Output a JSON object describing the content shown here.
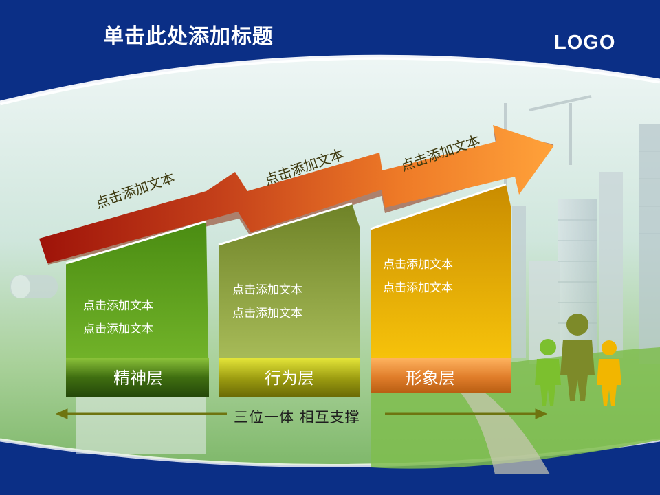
{
  "slide": {
    "title": "单击此处添加标题",
    "logo": "LOGO"
  },
  "arrow_labels": [
    "点击添加文本",
    "点击添加文本",
    "点击添加文本"
  ],
  "layers": [
    {
      "name": "精神层",
      "lines": [
        "点击添加文本",
        "点击添加文本"
      ],
      "color": "#4f9410"
    },
    {
      "name": "行为层",
      "lines": [
        "点击添加文本",
        "点击添加文本"
      ],
      "color": "#7e8f2c"
    },
    {
      "name": "形象层",
      "lines": [
        "点击添加文本",
        "点击添加文本"
      ],
      "color": "#f2b600"
    }
  ],
  "support_text": "三位一体  相互支撑",
  "colors": {
    "frame_blue": "#0b2f86",
    "arrow_start": "#9e1309",
    "arrow_end": "#ff9a2c",
    "double_arrow": "#6e7410"
  },
  "icons": [
    "people-group-icon",
    "double-headed-arrow-icon"
  ]
}
